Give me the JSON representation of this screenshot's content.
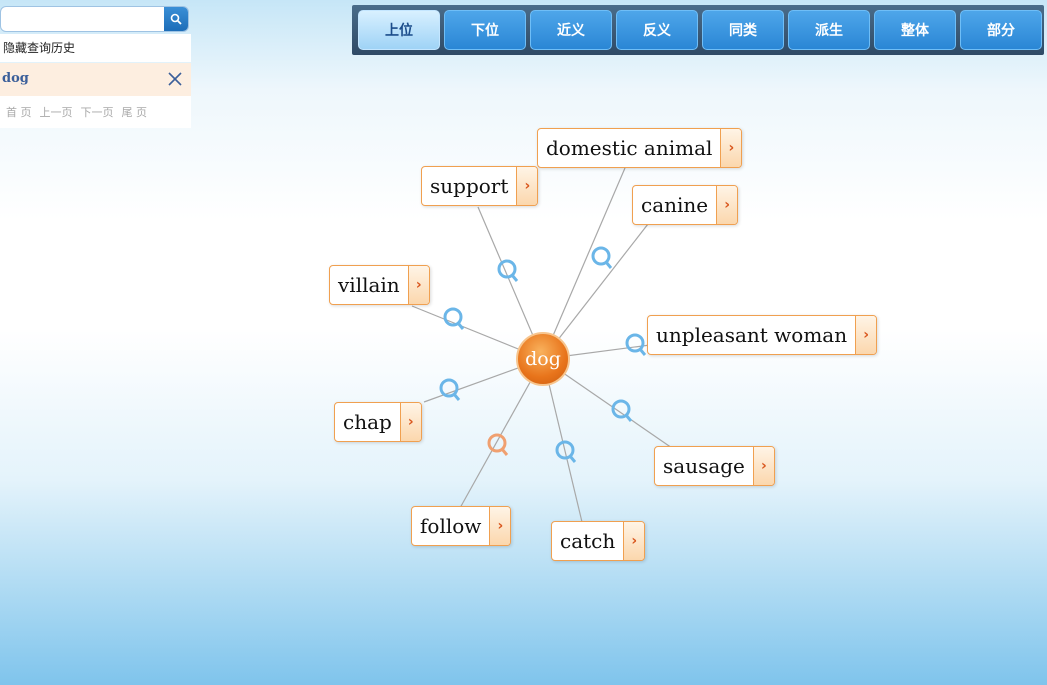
{
  "search": {
    "placeholder": "",
    "value": ""
  },
  "history": {
    "toggle_label": "隐藏查询历史",
    "items": [
      {
        "word": "dog"
      }
    ]
  },
  "pager": {
    "first": "首 页",
    "prev": "上一页",
    "next": "下一页",
    "last": "尾 页"
  },
  "tabs": [
    {
      "label": "上位",
      "active": true
    },
    {
      "label": "下位"
    },
    {
      "label": "近义"
    },
    {
      "label": "反义"
    },
    {
      "label": "同类"
    },
    {
      "label": "派生"
    },
    {
      "label": "整体"
    },
    {
      "label": "部分"
    }
  ],
  "graph": {
    "center": "dog",
    "nodes": [
      {
        "label": "domestic animal"
      },
      {
        "label": "support"
      },
      {
        "label": "canine"
      },
      {
        "label": "villain"
      },
      {
        "label": "unpleasant woman"
      },
      {
        "label": "chap"
      },
      {
        "label": "sausage"
      },
      {
        "label": "follow"
      },
      {
        "label": "catch"
      }
    ]
  },
  "colors": {
    "tab_bg": "#2a86d5",
    "tab_active_bg": "#9fd3f6",
    "node_border": "#f0a050",
    "center_node": "#e8741b",
    "link_icon_blue": "#6bb6e8",
    "link_icon_orange": "#f0a070"
  },
  "icons": {
    "search": "search-icon",
    "close": "close-icon",
    "node_expand": "chevron-right-icon",
    "link_search": "magnifier-icon"
  }
}
